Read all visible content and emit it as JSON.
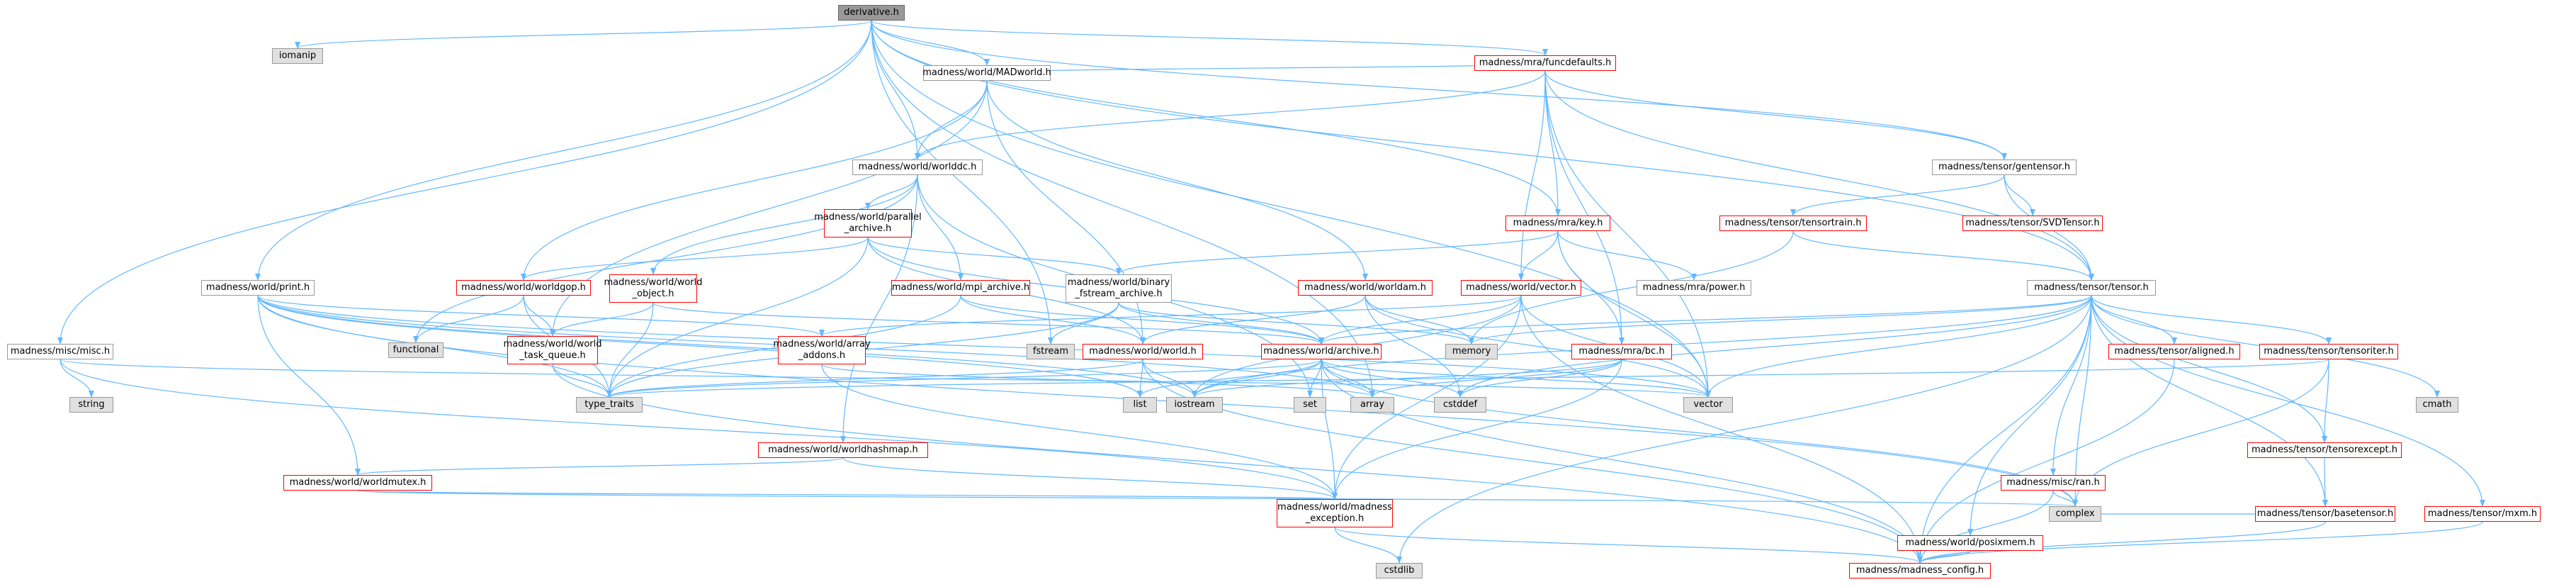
{
  "diagram": {
    "title": "",
    "colors": {
      "edge": "#63b8ff",
      "linked_border": "#ff0000",
      "plain_border": "#999999",
      "system_fill": "#e0e0e0",
      "root_fill": "#999999"
    },
    "nodes": {
      "root": "derivative.h",
      "iomanip": "iomanip",
      "funcdefaults": "madness/mra/funcdefaults.h",
      "madworld": "madness/world/MADworld.h",
      "worlddc": "madness/world/worlddc.h",
      "gentensor": "madness/tensor/gentensor.h",
      "tensortrain": "madness/tensor/tensortrain.h",
      "svdtensor": "madness/tensor/SVDTensor.h",
      "key": "madness/mra/key.h",
      "parallel_archive": "madness/world/parallel\n_archive.h",
      "worldam": "madness/world/worldam.h",
      "power": "madness/mra/power.h",
      "print": "madness/world/print.h",
      "worldgop": "madness/world/worldgop.h",
      "world_object": "madness/world/world\n_object.h",
      "mpi_archive": "madness/world/mpi_archive.h",
      "binary_fstream": "madness/world/binary\n_fstream_archive.h",
      "vector_h": "madness/world/vector.h",
      "tensor": "madness/tensor/tensor.h",
      "misc": "madness/misc/misc.h",
      "string": "string",
      "functional": "functional",
      "world_task_queue": "madness/world/world\n_task_queue.h",
      "array_addons": "madness/world/array\n_addons.h",
      "fstream": "fstream",
      "world_h": "madness/world/world.h",
      "memory": "memory",
      "archive": "madness/world/archive.h",
      "bc": "madness/mra/bc.h",
      "aligned": "madness/tensor/aligned.h",
      "tensoriter": "madness/tensor/tensoriter.h",
      "cmath": "cmath",
      "type_traits": "type_traits",
      "list": "list",
      "iostream": "iostream",
      "set": "set",
      "array": "array",
      "cstddef": "cstddef",
      "vector": "vector",
      "worldhashmap": "madness/world/worldhashmap.h",
      "tensorexcept": "madness/tensor/tensorexcept.h",
      "worldmutex": "madness/world/worldmutex.h",
      "ran": "madness/misc/ran.h",
      "basetensor": "madness/tensor/basetensor.h",
      "mxm": "madness/tensor/mxm.h",
      "madness_exception": "madness/world/madness\n_exception.h",
      "complex": "complex",
      "posixmem": "madness/world/posixmem.h",
      "cstdlib": "cstdlib",
      "madness_config": "madness/madness_config.h"
    },
    "edges": [
      [
        "root",
        "iomanip"
      ],
      [
        "root",
        "funcdefaults"
      ],
      [
        "root",
        "madworld"
      ],
      [
        "root",
        "worlddc"
      ],
      [
        "root",
        "print"
      ],
      [
        "root",
        "misc"
      ],
      [
        "root",
        "gentensor"
      ],
      [
        "root",
        "key"
      ],
      [
        "root",
        "tensor"
      ],
      [
        "root",
        "vector"
      ],
      [
        "root",
        "fstream"
      ],
      [
        "root",
        "array"
      ],
      [
        "funcdefaults",
        "madworld"
      ],
      [
        "funcdefaults",
        "worlddc"
      ],
      [
        "funcdefaults",
        "gentensor"
      ],
      [
        "funcdefaults",
        "key"
      ],
      [
        "funcdefaults",
        "vector_h"
      ],
      [
        "funcdefaults",
        "bc"
      ],
      [
        "funcdefaults",
        "tensor"
      ],
      [
        "funcdefaults",
        "vector"
      ],
      [
        "madworld",
        "worlddc"
      ],
      [
        "madworld",
        "worldgop"
      ],
      [
        "madworld",
        "worldam"
      ],
      [
        "madworld",
        "world_h"
      ],
      [
        "madworld",
        "world_task_queue"
      ],
      [
        "worlddc",
        "parallel_archive"
      ],
      [
        "worlddc",
        "mpi_archive"
      ],
      [
        "worlddc",
        "world_object"
      ],
      [
        "worlddc",
        "worldhashmap"
      ],
      [
        "worlddc",
        "functional"
      ],
      [
        "worlddc",
        "set"
      ],
      [
        "gentensor",
        "tensortrain"
      ],
      [
        "gentensor",
        "svdtensor"
      ],
      [
        "gentensor",
        "tensor"
      ],
      [
        "tensortrain",
        "tensor"
      ],
      [
        "tensortrain",
        "memory"
      ],
      [
        "key",
        "binary_fstream"
      ],
      [
        "key",
        "power"
      ],
      [
        "key",
        "bc"
      ],
      [
        "key",
        "vector_h"
      ],
      [
        "key",
        "vector"
      ],
      [
        "parallel_archive",
        "binary_fstream"
      ],
      [
        "parallel_archive",
        "worldgop"
      ],
      [
        "parallel_archive",
        "world_h"
      ],
      [
        "parallel_archive",
        "archive"
      ],
      [
        "parallel_archive",
        "type_traits"
      ],
      [
        "worldam",
        "world_h"
      ],
      [
        "worldam",
        "memory"
      ],
      [
        "worldam",
        "cstddef"
      ],
      [
        "worldam",
        "vector"
      ],
      [
        "print",
        "worldmutex"
      ],
      [
        "print",
        "array_addons"
      ],
      [
        "print",
        "type_traits"
      ],
      [
        "print",
        "list"
      ],
      [
        "print",
        "iostream"
      ],
      [
        "print",
        "array"
      ],
      [
        "print",
        "vector"
      ],
      [
        "print",
        "complex"
      ],
      [
        "worldgop",
        "world_task_queue"
      ],
      [
        "worldgop",
        "functional"
      ],
      [
        "worldgop",
        "type_traits"
      ],
      [
        "world_object",
        "world_task_queue"
      ],
      [
        "world_object",
        "type_traits"
      ],
      [
        "world_object",
        "archive"
      ],
      [
        "mpi_archive",
        "world_h"
      ],
      [
        "mpi_archive",
        "archive"
      ],
      [
        "mpi_archive",
        "type_traits"
      ],
      [
        "binary_fstream",
        "archive"
      ],
      [
        "binary_fstream",
        "fstream"
      ],
      [
        "binary_fstream",
        "memory"
      ],
      [
        "binary_fstream",
        "type_traits"
      ],
      [
        "vector_h",
        "archive"
      ],
      [
        "vector_h",
        "array_addons"
      ],
      [
        "vector_h",
        "madness_exception"
      ],
      [
        "vector_h",
        "iostream"
      ],
      [
        "vector_h",
        "vector"
      ],
      [
        "vector_h",
        "madness_config"
      ],
      [
        "tensor",
        "archive"
      ],
      [
        "tensor",
        "aligned"
      ],
      [
        "tensor",
        "tensoriter"
      ],
      [
        "tensor",
        "tensorexcept"
      ],
      [
        "tensor",
        "basetensor"
      ],
      [
        "tensor",
        "mxm"
      ],
      [
        "tensor",
        "ran"
      ],
      [
        "tensor",
        "posixmem"
      ],
      [
        "tensor",
        "cmath"
      ],
      [
        "tensor",
        "complex"
      ],
      [
        "tensor",
        "vector"
      ],
      [
        "tensor",
        "iostream"
      ],
      [
        "tensor",
        "cstddef"
      ],
      [
        "tensor",
        "cstdlib"
      ],
      [
        "tensor",
        "memory"
      ],
      [
        "tensor",
        "madness_config"
      ],
      [
        "misc",
        "string"
      ],
      [
        "misc",
        "madness_exception"
      ],
      [
        "misc",
        "vector"
      ],
      [
        "world_task_queue",
        "type_traits"
      ],
      [
        "world_task_queue",
        "madness_config"
      ],
      [
        "array_addons",
        "array"
      ],
      [
        "array_addons",
        "madness_exception"
      ],
      [
        "world_h",
        "list"
      ],
      [
        "world_h",
        "iostream"
      ],
      [
        "world_h",
        "madness_config"
      ],
      [
        "world_h",
        "type_traits"
      ],
      [
        "archive",
        "madness_exception"
      ],
      [
        "archive",
        "list"
      ],
      [
        "archive",
        "iostream"
      ],
      [
        "archive",
        "set"
      ],
      [
        "archive",
        "array"
      ],
      [
        "archive",
        "cstddef"
      ],
      [
        "archive",
        "vector"
      ],
      [
        "archive",
        "complex"
      ],
      [
        "archive",
        "type_traits"
      ],
      [
        "archive",
        "madness_config"
      ],
      [
        "bc",
        "madness_exception"
      ],
      [
        "bc",
        "array"
      ],
      [
        "bc",
        "cstddef"
      ],
      [
        "bc",
        "iostream"
      ],
      [
        "aligned",
        "madness_config"
      ],
      [
        "tensoriter",
        "tensorexcept"
      ],
      [
        "tensoriter",
        "type_traits"
      ],
      [
        "tensoriter",
        "complex"
      ],
      [
        "worldhashmap",
        "worldmutex"
      ],
      [
        "worldhashmap",
        "madness_exception"
      ],
      [
        "tensorexcept",
        "basetensor"
      ],
      [
        "worldmutex",
        "madness_exception"
      ],
      [
        "worldmutex",
        "complex"
      ],
      [
        "ran",
        "complex"
      ],
      [
        "ran",
        "madness_config"
      ],
      [
        "basetensor",
        "complex"
      ],
      [
        "basetensor",
        "madness_config"
      ],
      [
        "mxm",
        "madness_config"
      ],
      [
        "madness_exception",
        "cstdlib"
      ],
      [
        "madness_exception",
        "madness_config"
      ],
      [
        "posixmem",
        "madness_config"
      ]
    ]
  }
}
